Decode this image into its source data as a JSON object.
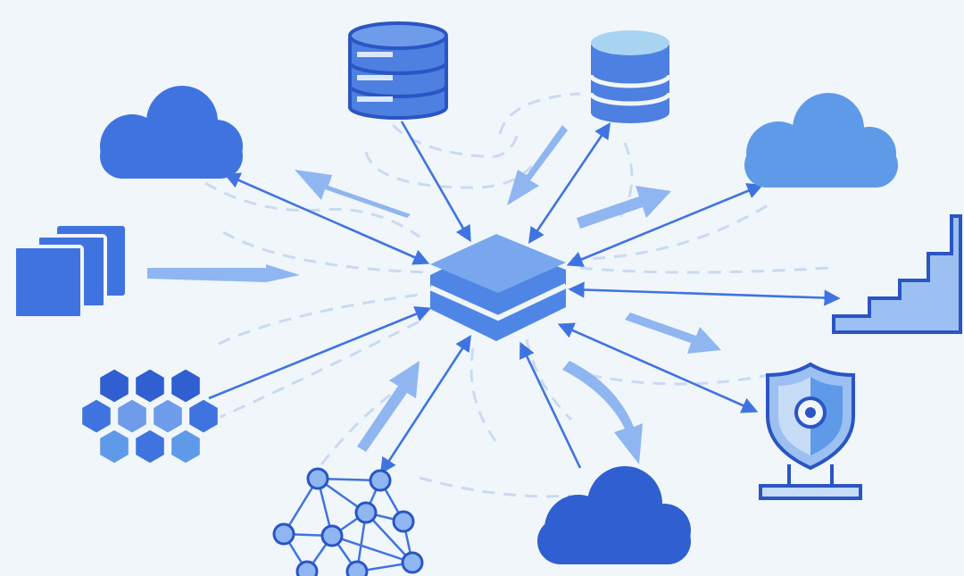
{
  "colors": {
    "background": "#f1f6fb",
    "primary": "#3f74e0",
    "primary_dark": "#2f5fd0",
    "primary_light": "#5f9ae8",
    "pale": "#9cc0f2",
    "arrow_light": "#8fb6f1",
    "dashed": "#c9daf2",
    "stroke": "#2a55c4",
    "hub_top": "#78a7ee",
    "hub_side": "#4f86e6"
  },
  "diagram": {
    "hub": {
      "icon": "server-hub-icon"
    },
    "nodes": [
      {
        "id": "database-top",
        "icon": "database-icon"
      },
      {
        "id": "database-top-right",
        "icon": "database-icon"
      },
      {
        "id": "cloud-top-left",
        "icon": "cloud-icon"
      },
      {
        "id": "cloud-right",
        "icon": "cloud-icon"
      },
      {
        "id": "stacked-documents",
        "icon": "documents-stack-icon"
      },
      {
        "id": "bar-chart",
        "icon": "staircase-chart-icon"
      },
      {
        "id": "hexagon-grid",
        "icon": "hexagon-cluster-icon"
      },
      {
        "id": "shield",
        "icon": "security-shield-icon"
      },
      {
        "id": "network-graph",
        "icon": "network-mesh-icon"
      },
      {
        "id": "cloud-bottom",
        "icon": "cloud-icon"
      }
    ],
    "connections": [
      {
        "from": "hub",
        "to": "cloud-top-left",
        "style": "bidirectional"
      },
      {
        "from": "database-top",
        "to": "hub",
        "style": "inbound"
      },
      {
        "from": "hub",
        "to": "database-top-right",
        "style": "bidirectional"
      },
      {
        "from": "hub",
        "to": "cloud-right",
        "style": "bidirectional"
      },
      {
        "from": "hub",
        "to": "bar-chart",
        "style": "bidirectional"
      },
      {
        "from": "hub",
        "to": "shield",
        "style": "bidirectional"
      },
      {
        "from": "hexagon-grid",
        "to": "hub",
        "style": "inbound"
      },
      {
        "from": "hub",
        "to": "network-graph",
        "style": "bidirectional"
      },
      {
        "from": "cloud-bottom",
        "to": "hub",
        "style": "inbound"
      }
    ],
    "flow_arrows": [
      {
        "direction": "toward-cloud-top-left"
      },
      {
        "direction": "toward-hub-from-database"
      },
      {
        "direction": "toward-cloud-right"
      },
      {
        "direction": "toward-hub-from-documents"
      },
      {
        "direction": "toward-shield"
      },
      {
        "direction": "toward-cloud-bottom"
      },
      {
        "direction": "toward-hub-from-network"
      }
    ]
  }
}
